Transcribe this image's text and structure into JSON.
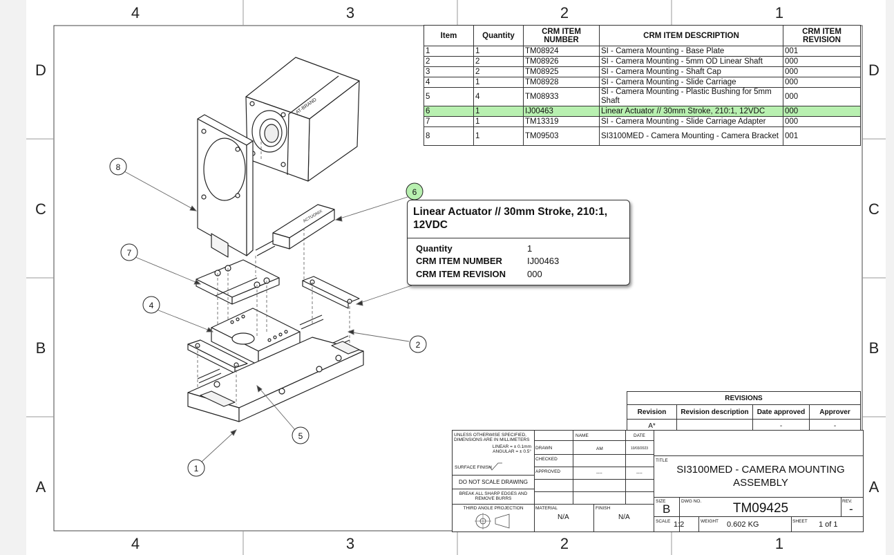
{
  "zones": {
    "columns": [
      "4",
      "3",
      "2",
      "1"
    ],
    "rows": [
      "D",
      "C",
      "B",
      "A"
    ]
  },
  "bom": {
    "headers": [
      "Item",
      "Quantity",
      "CRM ITEM NUMBER",
      "CRM ITEM DESCRIPTION",
      "CRM ITEM REVISION"
    ],
    "rows": [
      {
        "item": "1",
        "qty": "1",
        "number": "TM08924",
        "description": "SI - Camera Mounting - Base Plate",
        "revision": "001"
      },
      {
        "item": "2",
        "qty": "2",
        "number": "TM08926",
        "description": "SI - Camera Mounting - 5mm OD Linear Shaft",
        "revision": "000"
      },
      {
        "item": "3",
        "qty": "2",
        "number": "TM08925",
        "description": "SI - Camera Mounting - Shaft Cap",
        "revision": "000"
      },
      {
        "item": "4",
        "qty": "1",
        "number": "TM08928",
        "description": "SI - Camera Mounting - Slide Carriage",
        "revision": "000"
      },
      {
        "item": "5",
        "qty": "4",
        "number": "TM08933",
        "description": "SI - Camera Mounting - Plastic Bushing for 5mm Shaft",
        "revision": "000"
      },
      {
        "item": "6",
        "qty": "1",
        "number": "IJ00463",
        "description": "Linear Actuator // 30mm Stroke, 210:1, 12VDC",
        "revision": "000"
      },
      {
        "item": "7",
        "qty": "1",
        "number": "TM13319",
        "description": "SI - Camera Mounting - Slide Carriage Adapter",
        "revision": "000"
      },
      {
        "item": "8",
        "qty": "1",
        "number": "TM09503",
        "description": "SI3100MED - Camera Mounting - Camera Bracket",
        "revision": "001"
      }
    ],
    "highlight_color": "#b8f0b0"
  },
  "balloons": [
    "1",
    "2",
    "4",
    "5",
    "6",
    "7",
    "8"
  ],
  "callout": {
    "title": "Linear Actuator // 30mm Stroke, 210:1, 12VDC",
    "quantity_label": "Quantity",
    "quantity_value": "1",
    "number_label": "CRM ITEM NUMBER",
    "number_value": "IJ00463",
    "revision_label": "CRM ITEM REVISION",
    "revision_value": "000"
  },
  "revisions": {
    "title": "REVISIONS",
    "headers": [
      "Revision",
      "Revision description",
      "Date approved",
      "Approver"
    ],
    "row": [
      "A*",
      "",
      "-",
      "-"
    ]
  },
  "title_block": {
    "notes": "UNLESS OTHERWISE SPECIFIED, DIMENSIONS ARE IN MILLIMETERS",
    "linear": "LINEAR = ± 0.1mm",
    "angular": "ANGULAR = ± 0.5°",
    "surface_finish": "SURFACE FINISH",
    "do_not_scale": "DO NOT SCALE DRAWING",
    "break_edges": "BREAK ALL SHARP EDGES AND REMOVE BURRS",
    "projection": "THIRD ANGLE PROJECTION",
    "name_label": "NAME",
    "date_label": "DATE",
    "drawn_label": "DRAWN",
    "drawn_name": "AM",
    "drawn_date": "10/03/2023",
    "checked_label": "CHECKED",
    "approved_label": "APPROVED",
    "approved_name": "----",
    "approved_date": "----",
    "material_label": "MATERIAL",
    "material_value": "N/A",
    "finish_label": "FINISH",
    "finish_value": "N/A",
    "title_label": "TITLE",
    "title": "SI3100MED - CAMERA MOUNTING ASSEMBLY",
    "size_label": "SIZE",
    "size": "B",
    "dwg_label": "DWG NO.",
    "dwg_no": "TM09425",
    "rev_label": "REV.",
    "rev": "-",
    "scale_label": "SCALE",
    "scale": "1:2",
    "weight_label": "WEIGHT",
    "weight": "0.602 KG",
    "sheet_label": "SHEET",
    "sheet": "1 of 1"
  }
}
